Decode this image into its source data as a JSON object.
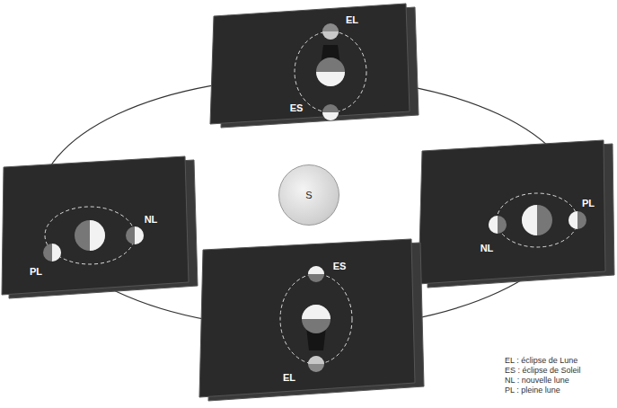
{
  "diagram": {
    "nodes": [
      {
        "text": [
          "S"
        ]
      }
    ],
    "labels": [
      "EL",
      "ES",
      "NL",
      "PL",
      "PL",
      "NL",
      "ES",
      "EL"
    ],
    "legend": [
      {
        "text": "EL : éclipse de Lune"
      },
      {
        "text": "ES : éclipse de Soleil"
      },
      {
        "text": "NL : nouvelle lune"
      },
      {
        "text": "PL : pleine lune"
      }
    ]
  }
}
